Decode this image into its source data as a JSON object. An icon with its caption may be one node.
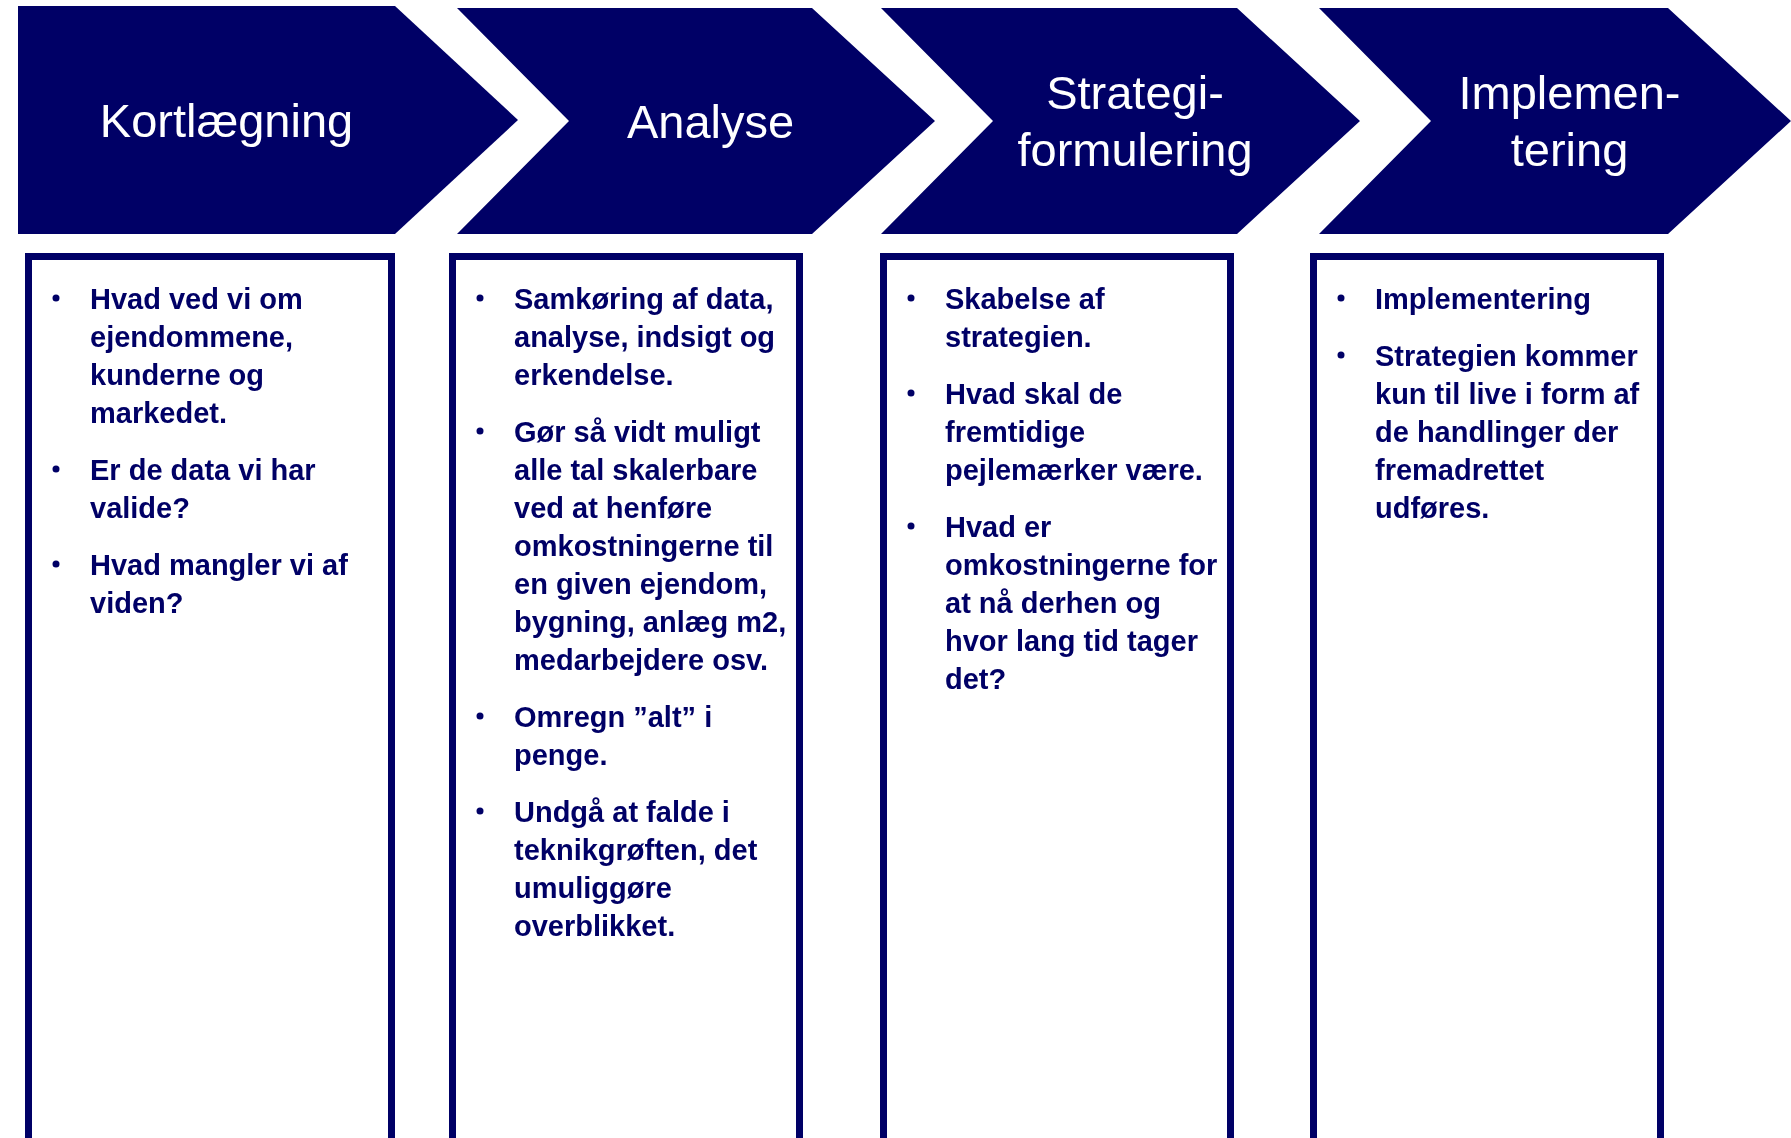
{
  "diagram": {
    "nodes": [
      {
        "text": [
          "Kortlægning"
        ]
      },
      {
        "text": [
          "Analyse"
        ]
      },
      {
        "text": [
          "Strategi- formulering"
        ]
      },
      {
        "text": [
          "Implemen- tering"
        ]
      },
      {
        "text": [
          "Hvad ved vi om ejendommene, kunderne og markedet.",
          "Er de data vi har valide?",
          "Hvad mangler vi af viden?"
        ]
      },
      {
        "text": [
          "Samkøring af data, analyse, indsigt og erkendelse.",
          "Gør så vidt muligt alle tal skalerbare ved at henføre omkostningerne til en given ejendom, bygning, anlæg m2, medarbejdere osv.",
          "Omregn ”alt” i penge.",
          "Undgå at falde i teknikgrøften, det umuliggøre overblikket."
        ]
      },
      {
        "text": [
          "Skabelse af strategien.",
          "Hvad skal de fremtidige pejlemærker være.",
          "Hvad er omkostningerne for at nå derhen og hvor lang tid tager det?"
        ]
      },
      {
        "text": [
          "Implementering",
          "Strategien kommer kun til live i form af de handlinger der fremadrettet udføres."
        ]
      }
    ]
  }
}
